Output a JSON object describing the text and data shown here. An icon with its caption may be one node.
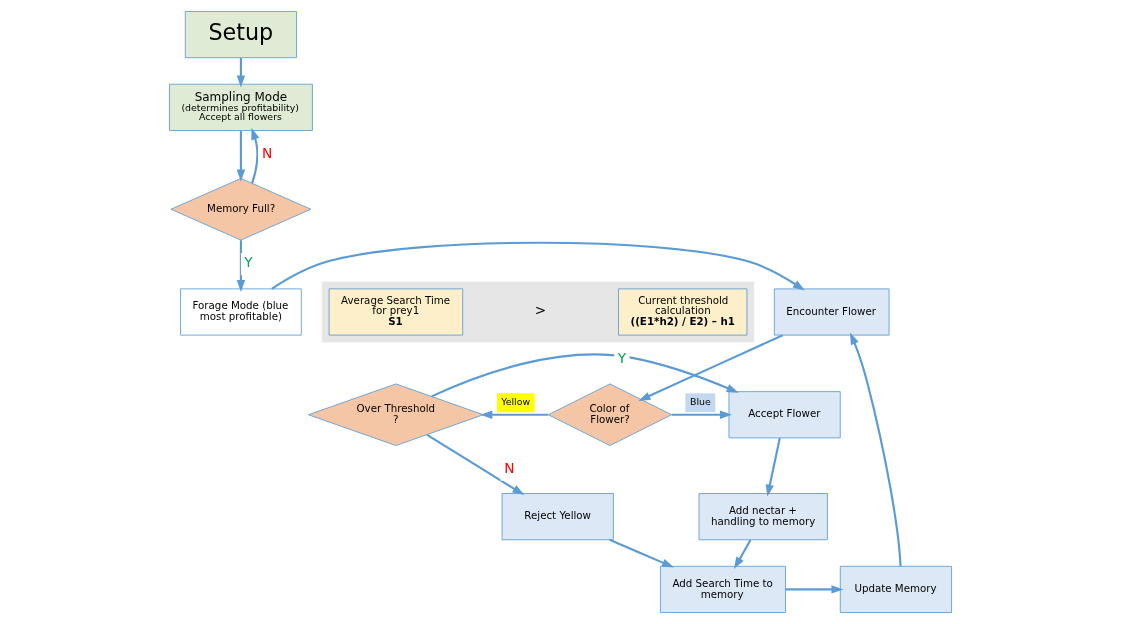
{
  "diagram": {
    "nodes": [
      {
        "text": [
          "Setup"
        ]
      },
      {
        "text": [
          "Sampling Mode",
          "(determines profitability) Accept all flowers"
        ]
      },
      {
        "text": [
          "Memory Full?"
        ]
      },
      {
        "text": [
          "Forage Mode (blue most profitable)"
        ]
      },
      {
        "text": [
          "Encounter Flower"
        ]
      },
      {
        "text": [
          "Update Memory"
        ]
      },
      {
        "text": [
          "Color of Flower?"
        ]
      },
      {
        "text": [
          "Over Threshold ?"
        ]
      },
      {
        "text": [
          "Accept Flower"
        ]
      },
      {
        "text": [
          "Reject Yellow"
        ]
      },
      {
        "text": [
          "Add nectar + handling to memory"
        ]
      },
      {
        "text": [
          "Add Search Time to memory"
        ]
      },
      {
        "text": [],
        "shape": "box"
      },
      {
        "text": [
          "Average Search Time for prey1",
          "S1"
        ],
        "in": 12
      },
      {
        "text": [
          "Current threshold calculation",
          "((E1*h2) / E2) – h1"
        ],
        "in": 12
      }
    ],
    "edges": [
      {
        "from": 0,
        "to": 1,
        "arrow": "to"
      },
      {
        "from": 1,
        "to": 2,
        "arrow": "to"
      },
      {
        "from": 2,
        "to": 1,
        "arrow": "to",
        "label": "N"
      },
      {
        "from": 2,
        "to": 3,
        "arrow": "to",
        "label": "Y"
      },
      {
        "from": 3,
        "to": 4,
        "arrow": "to"
      },
      {
        "from": 5,
        "to": 4,
        "arrow": "to"
      },
      {
        "from": 4,
        "to": 6,
        "arrow": "to"
      },
      {
        "from": 6,
        "to": 8,
        "arrow": "to",
        "label": "Blue"
      },
      {
        "from": 6,
        "to": 7,
        "arrow": "to",
        "label": "Yellow"
      },
      {
        "from": 7,
        "to": 8,
        "arrow": "to",
        "label": "Y"
      },
      {
        "from": 7,
        "to": 9,
        "arrow": "to",
        "label": "N"
      },
      {
        "from": 8,
        "to": 10,
        "arrow": "to"
      },
      {
        "from": 9,
        "to": 11,
        "arrow": "to"
      },
      {
        "from": 10,
        "to": 11,
        "arrow": "to"
      },
      {
        "from": 11,
        "to": 5,
        "arrow": "to"
      }
    ],
    "labels": [
      ">"
    ]
  }
}
